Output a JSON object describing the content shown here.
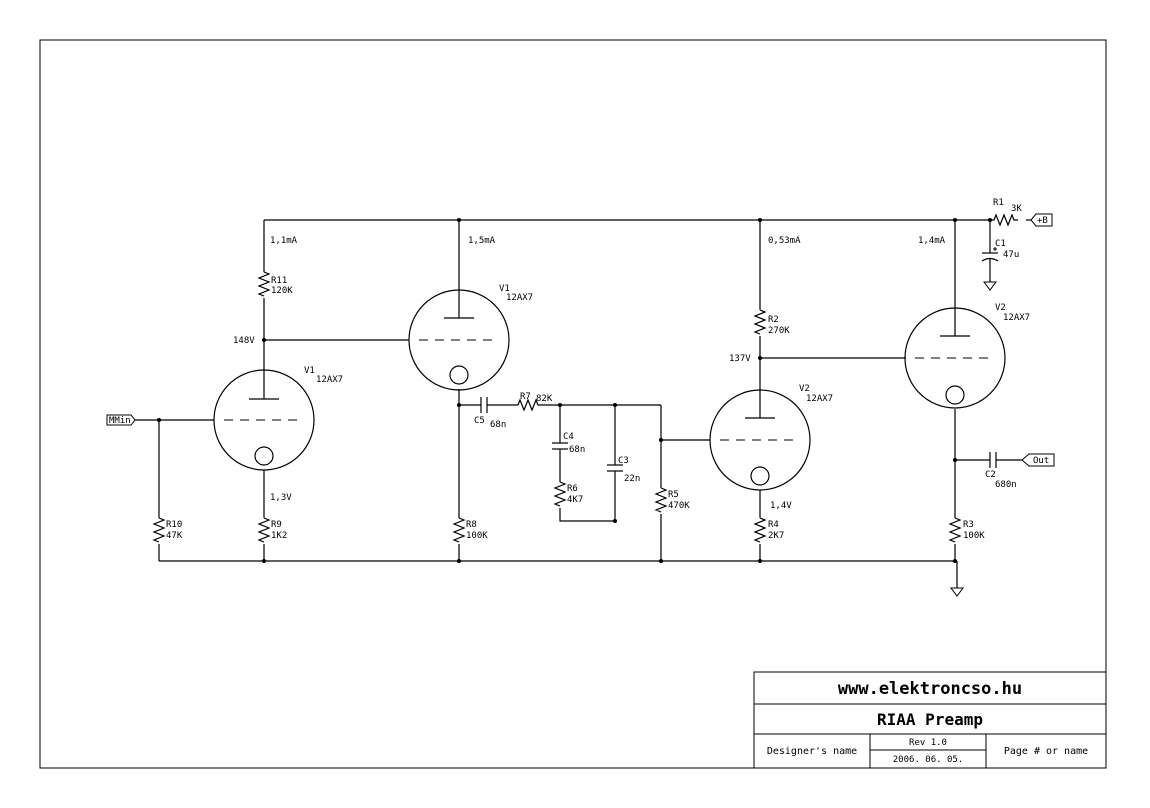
{
  "title_block": {
    "website": "www.elektroncso.hu",
    "title": "RIAA Preamp",
    "designer": "Designer's name",
    "rev": "Rev 1.0",
    "date": "2006. 06. 05.",
    "page": "Page # or name"
  },
  "ports": {
    "input": "MMin",
    "supply": "+B",
    "output": "Out"
  },
  "tubes": {
    "v1a": {
      "ref": "V1",
      "type": "12AX7"
    },
    "v1b": {
      "ref": "V1",
      "type": "12AX7"
    },
    "v2a": {
      "ref": "V2",
      "type": "12AX7"
    },
    "v2b": {
      "ref": "V2",
      "type": "12AX7"
    }
  },
  "resistors": {
    "r1": {
      "ref": "R1",
      "value": "3K"
    },
    "r2": {
      "ref": "R2",
      "value": "270K"
    },
    "r3": {
      "ref": "R3",
      "value": "100K"
    },
    "r4": {
      "ref": "R4",
      "value": "2K7"
    },
    "r5": {
      "ref": "R5",
      "value": "470K"
    },
    "r6": {
      "ref": "R6",
      "value": "4K7"
    },
    "r7": {
      "ref": "R7",
      "value": "82K"
    },
    "r8": {
      "ref": "R8",
      "value": "100K"
    },
    "r9": {
      "ref": "R9",
      "value": "1K2"
    },
    "r10": {
      "ref": "R10",
      "value": "47K"
    },
    "r11": {
      "ref": "R11",
      "value": "120K"
    }
  },
  "capacitors": {
    "c1": {
      "ref": "C1",
      "value": "47u"
    },
    "c2": {
      "ref": "C2",
      "value": "680n"
    },
    "c3": {
      "ref": "C3",
      "value": "22n"
    },
    "c4": {
      "ref": "C4",
      "value": "68n"
    },
    "c5": {
      "ref": "C5",
      "value": "68n"
    }
  },
  "annotations": {
    "i1": "1,1mA",
    "i2": "1,5mA",
    "i3": "0,53mA",
    "i4": "1,4mA",
    "v148": "148V",
    "v137": "137V",
    "v13": "1,3V",
    "v14": "1,4V"
  }
}
